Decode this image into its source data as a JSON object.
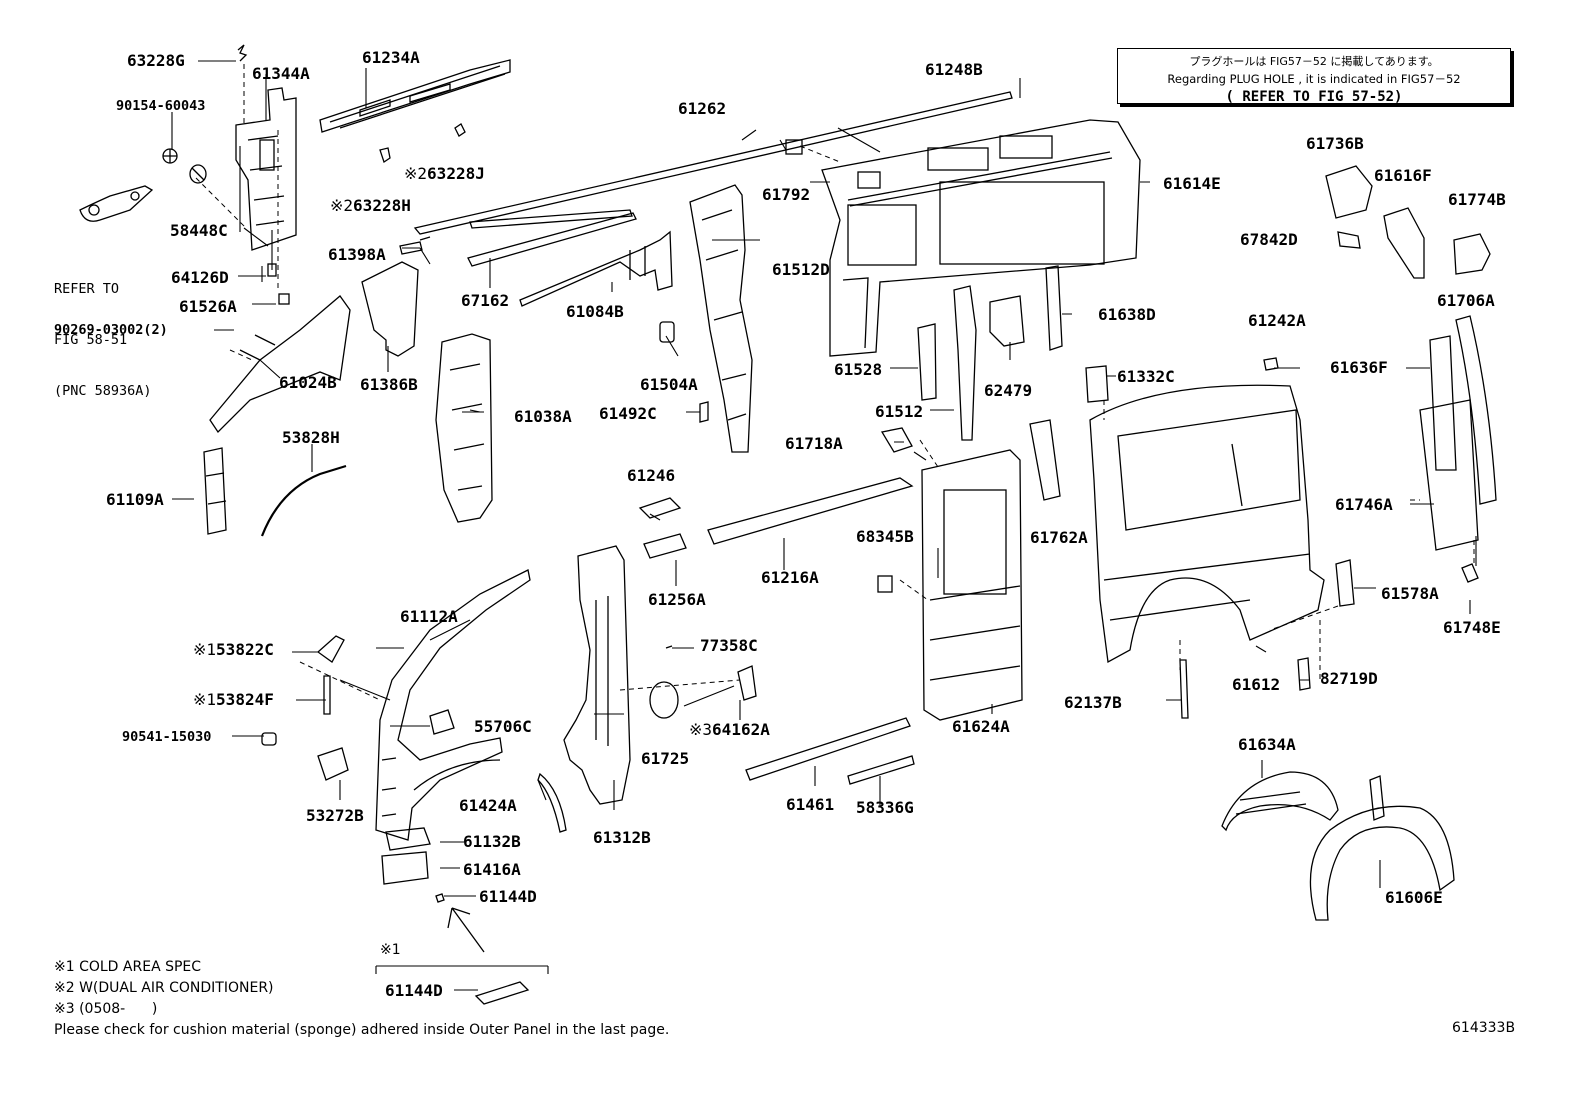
{
  "refer_box": {
    "jp": "プラグホールは FIG57－52 に掲載してあります。",
    "en": "Regarding PLUG HOLE , it is indicated in FIG57－52",
    "ref": "( REFER TO FIG 57-52)"
  },
  "refer_to": [
    "REFER TO",
    "FIG 58-51",
    "(PNC 58936A)"
  ],
  "parts": {
    "p63228G": "63228G",
    "p61344A": "61344A",
    "p61234A": "61234A",
    "p90154_60043": "90154-60043",
    "p61262": "61262",
    "p61248B": "61248B",
    "p63228J": "63228J",
    "p63228H": "63228H",
    "p61792": "61792",
    "p61614E": "61614E",
    "p58448C": "58448C",
    "p61736B": "61736B",
    "p61616F": "61616F",
    "p61774B": "61774B",
    "p61398A": "61398A",
    "p67842D": "67842D",
    "p64126D": "64126D",
    "p61512D": "61512D",
    "p67162": "67162",
    "p61084B": "61084B",
    "p61526A": "61526A",
    "p61638D": "61638D",
    "p61706A": "61706A",
    "p61242A": "61242A",
    "p90269_03002": "90269-03002(2)",
    "p61528": "61528",
    "p61636F": "61636F",
    "p61332C": "61332C",
    "p61024B": "61024B",
    "p61386B": "61386B",
    "p61504A": "61504A",
    "p62479": "62479",
    "p61512": "61512",
    "p61038A": "61038A",
    "p61492C": "61492C",
    "p53828H": "53828H",
    "p61718A": "61718A",
    "p61246": "61246",
    "p61109A": "61109A",
    "p61746A": "61746A",
    "p68345B": "68345B",
    "p61762A": "61762A",
    "p61256A": "61256A",
    "p61216A": "61216A",
    "p61578A": "61578A",
    "p61112A": "61112A",
    "p61748E": "61748E",
    "p53822C": "53822C",
    "p77358C": "77358C",
    "p61612": "61612",
    "p82719D": "82719D",
    "p53824F": "53824F",
    "p62137B": "62137B",
    "p61624A": "61624A",
    "p64162A": "64162A",
    "p55706C": "55706C",
    "p90541_15030": "90541-15030",
    "p61725": "61725",
    "p61634A": "61634A",
    "p61461": "61461",
    "p53272B": "53272B",
    "p61424A": "61424A",
    "p58336G": "58336G",
    "p61312B": "61312B",
    "p61132B": "61132B",
    "p61416A": "61416A",
    "p61144D": "61144D",
    "p61606E": "61606E",
    "p61144D_b": "61144D"
  },
  "marks": {
    "m1": "※1",
    "m2": "※2",
    "m3": "※3"
  },
  "notes": {
    "n1": "※1 COLD AREA SPEC",
    "n2": "※2 W(DUAL AIR CONDITIONER)",
    "n3": "※3 (0508-      )",
    "notice": "Please check for cushion material (sponge) adhered inside Outer Panel in the last page.",
    "fig_code": "614333B"
  }
}
